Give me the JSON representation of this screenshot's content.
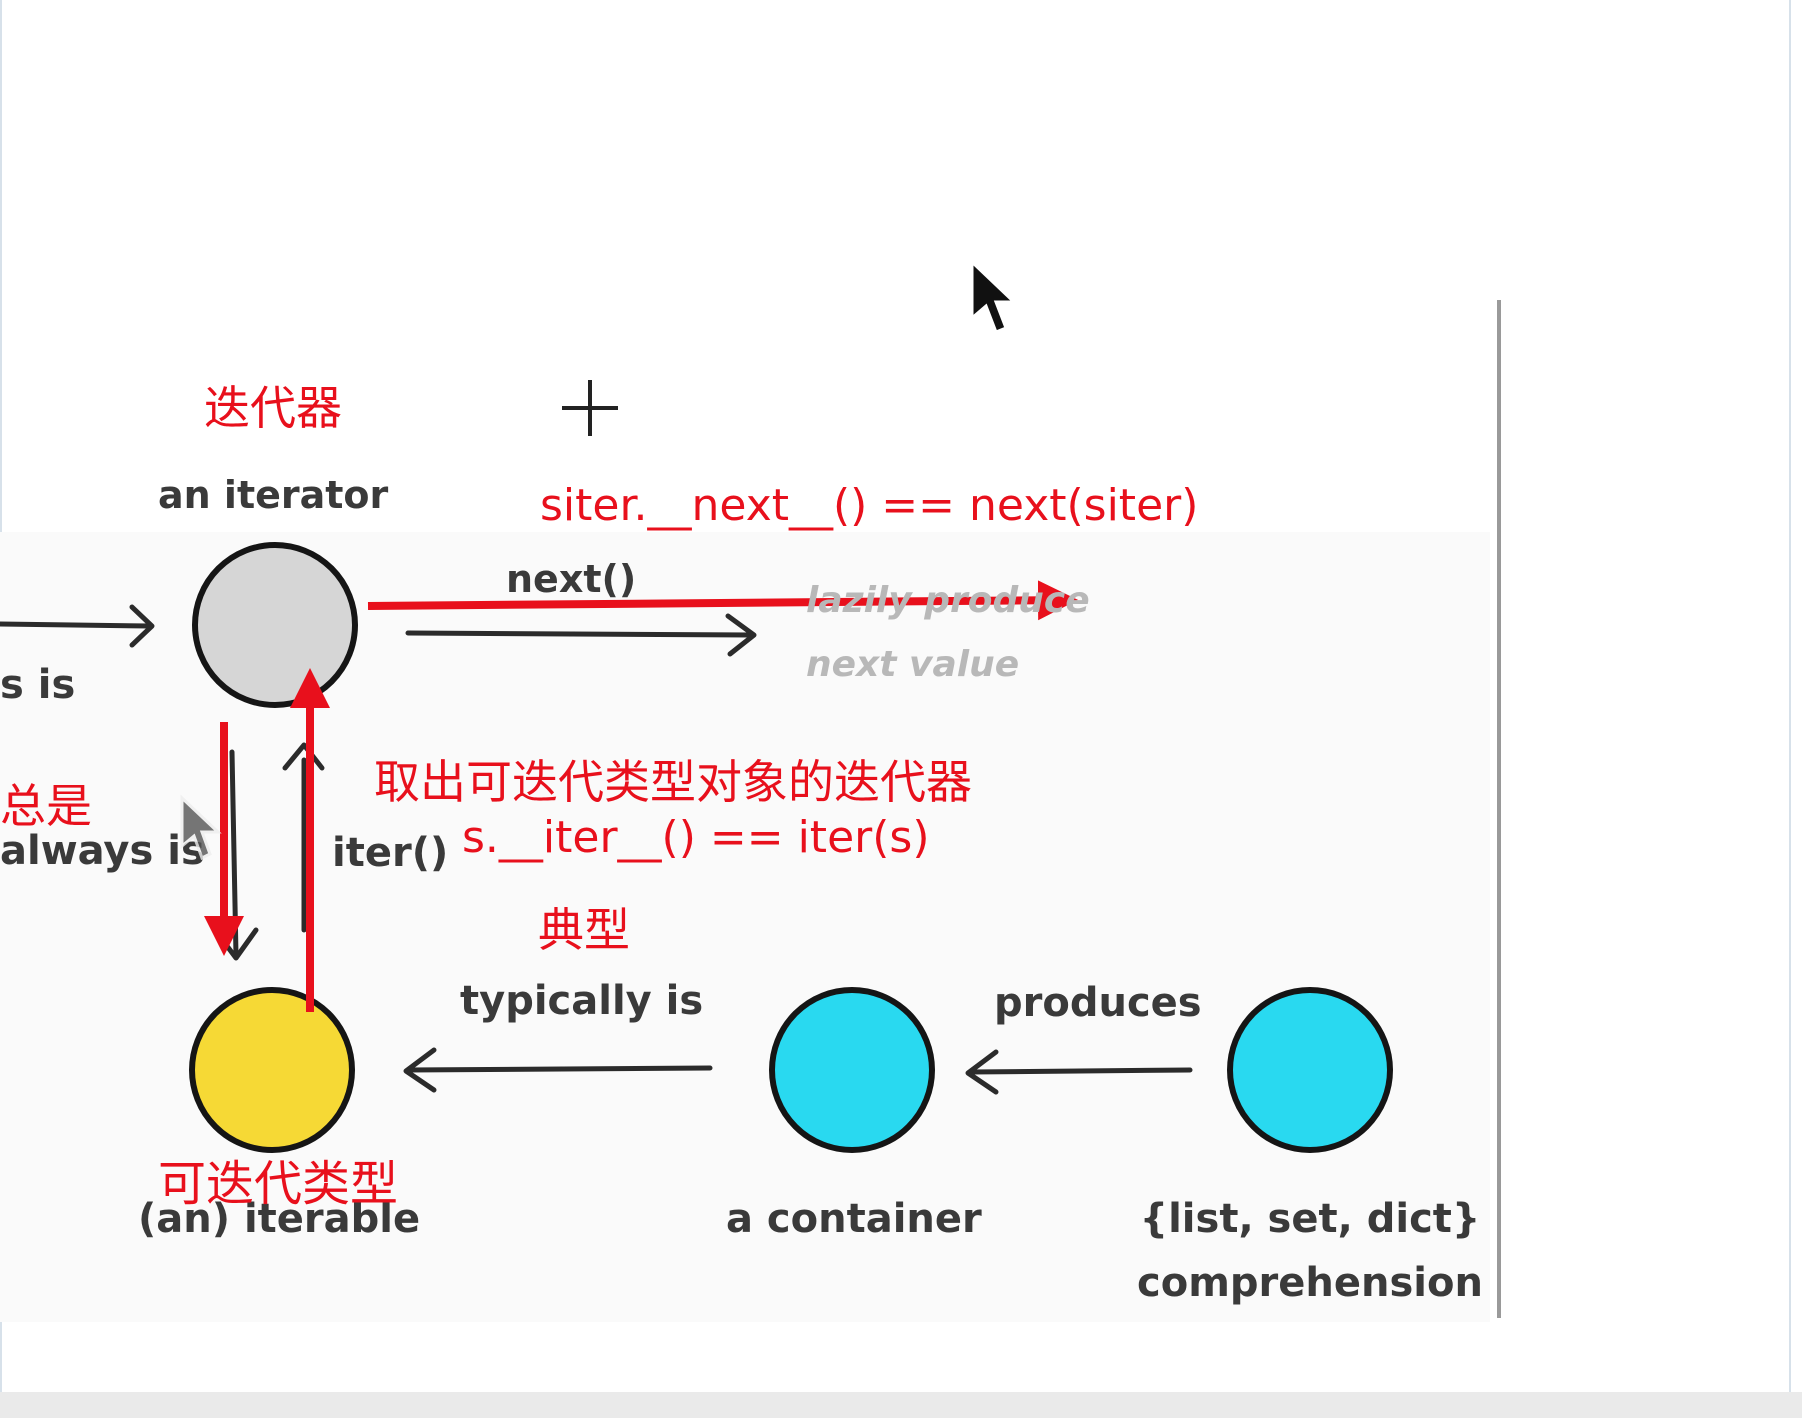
{
  "diagram": {
    "nodes": {
      "iterator": {
        "label": "an iterator",
        "label_zh": "迭代器",
        "color": "#d6d6d6"
      },
      "iterable": {
        "label": "(an) iterable",
        "label_zh": "可迭代类型",
        "color": "#f6d935"
      },
      "container": {
        "label": "a container",
        "color": "#29d9f0"
      },
      "comprehension": {
        "label_line1": "{list, set, dict}",
        "label_line2": "comprehension",
        "color": "#29d9f0"
      }
    },
    "edges": {
      "next": {
        "label": "next()",
        "desc_line1": "lazily produce",
        "desc_line2": "next value"
      },
      "iter": {
        "label": "iter()"
      },
      "always_is": {
        "label": "always is",
        "label_zh": "总是"
      },
      "left_partial": {
        "label": "s is"
      },
      "typically_is": {
        "label": "typically is",
        "label_zh": "典型"
      },
      "produces": {
        "label": "produces"
      }
    },
    "annotations": {
      "next_code": "siter.__next__() == next(siter)",
      "iter_desc_zh": "取出可迭代类型对象的迭代器",
      "iter_code": "s.__iter__() == iter(s)"
    },
    "colors": {
      "annotation_red": "#e8101c",
      "ink": "#3a3a3a",
      "muted": "#b8b8b8"
    }
  }
}
